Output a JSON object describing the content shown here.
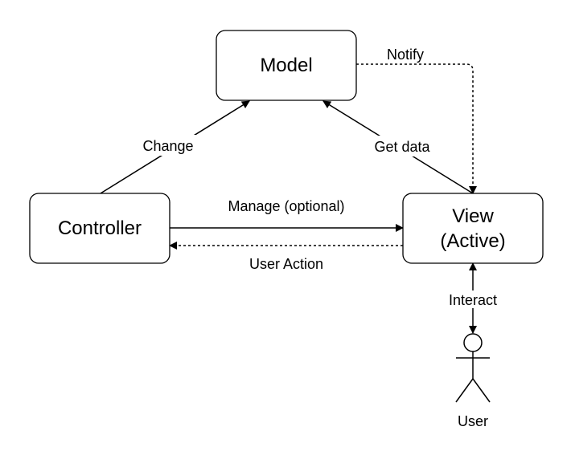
{
  "nodes": {
    "model": {
      "label": "Model"
    },
    "controller": {
      "label": "Controller"
    },
    "view": {
      "line1": "View",
      "line2": "(Active)"
    }
  },
  "edges": {
    "notify": {
      "label": "Notify",
      "style": "dashed"
    },
    "change": {
      "label": "Change",
      "style": "solid"
    },
    "get_data": {
      "label": "Get data",
      "style": "solid"
    },
    "manage": {
      "label": "Manage (optional)",
      "style": "solid"
    },
    "user_action": {
      "label": "User Action",
      "style": "dashed"
    },
    "interact": {
      "label": "Interact",
      "style": "solid"
    }
  },
  "actor": {
    "label": "User"
  },
  "colors": {
    "stroke": "#000000",
    "fill": "#ffffff",
    "background": "#ffffff"
  }
}
